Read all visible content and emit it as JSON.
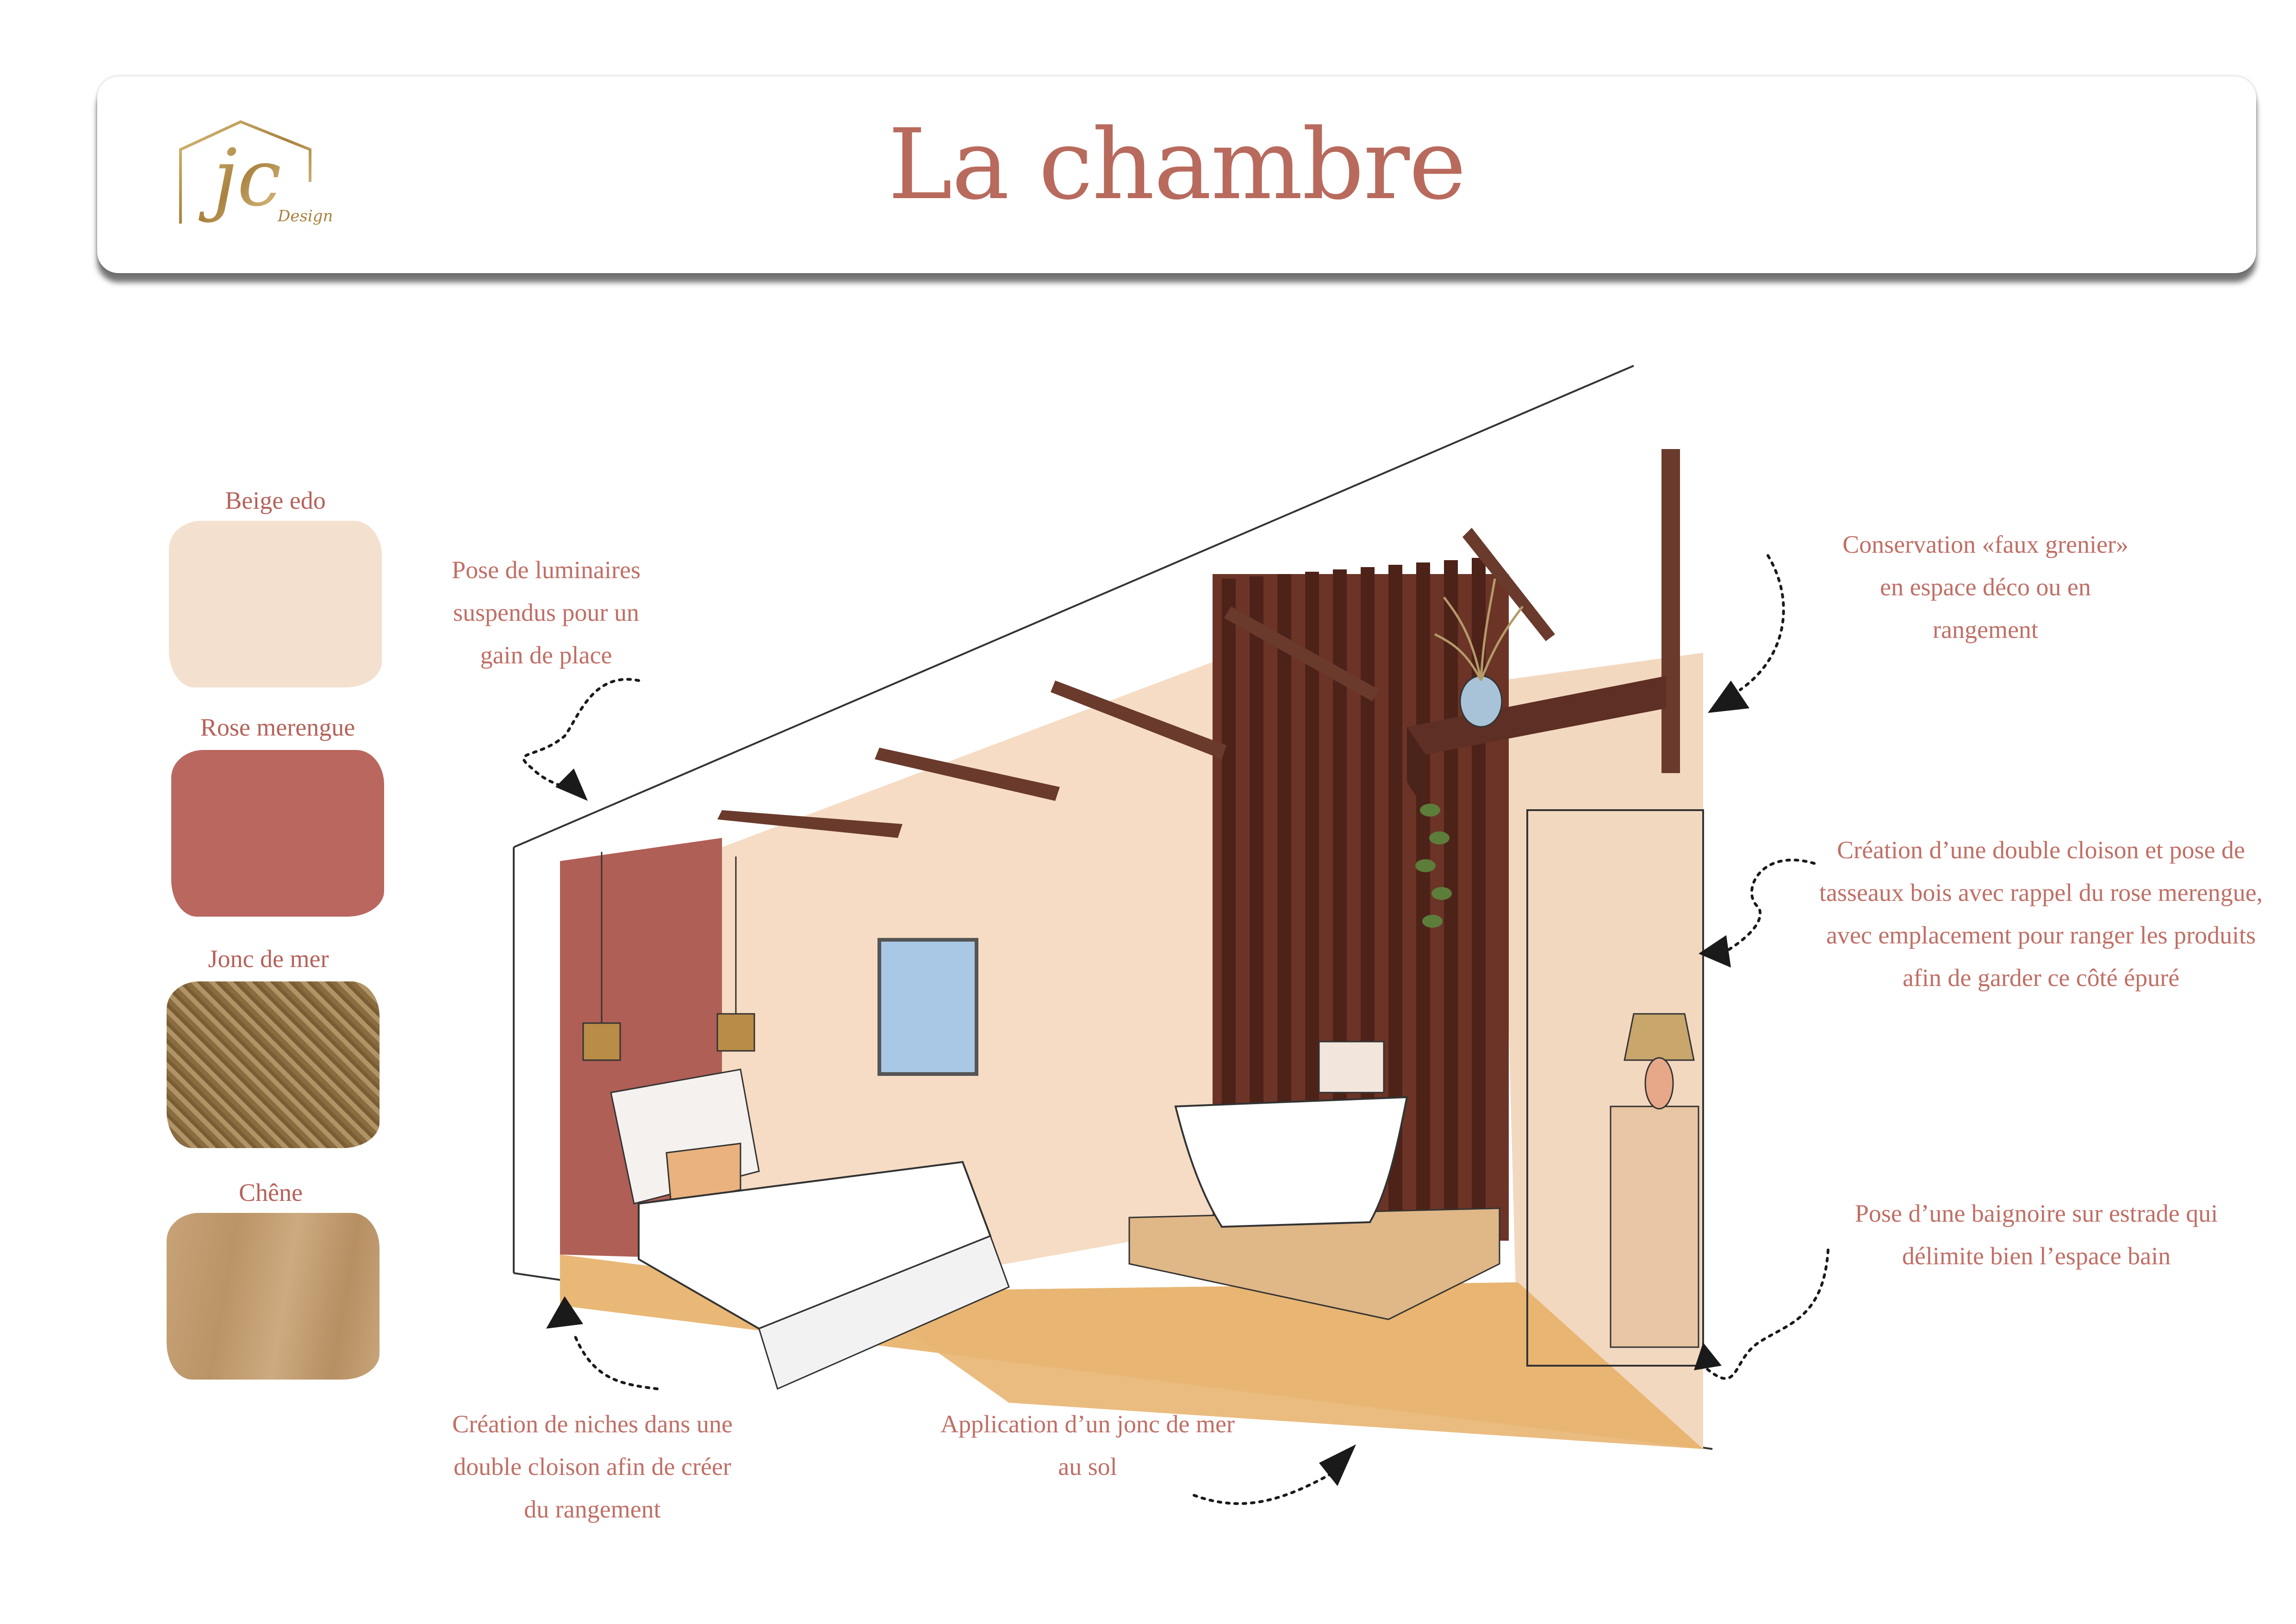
{
  "header": {
    "title": "La chambre",
    "logo_text": "jc",
    "logo_subtext": "Design"
  },
  "swatches": [
    {
      "label": "Beige edo",
      "color": "#f4e0cf"
    },
    {
      "label": "Rose merengue",
      "color": "#b9675f"
    },
    {
      "label": "Jonc de mer",
      "color": "#9b7f52"
    },
    {
      "label": "Chêne",
      "color": "#c29d72"
    }
  ],
  "annotations": {
    "luminaires": [
      "Pose de luminaires",
      "suspendus pour un",
      "gain de place"
    ],
    "grenier": [
      "Conservation «faux grenier»",
      "en espace déco ou en",
      "rangement"
    ],
    "cloison": [
      "Création d’une double cloison et pose de",
      "tasseaux bois avec rappel du rose merengue,",
      "avec emplacement pour ranger les produits",
      "afin de garder ce côté épuré"
    ],
    "baignoire": [
      "Pose d’une baignoire sur estrade qui",
      "délimite bien l’espace bain"
    ],
    "niches": [
      "Création de niches dans une",
      "double cloison afin de créer",
      "du rangement"
    ],
    "jonc": [
      "Application d’un jonc de mer",
      "au sol"
    ]
  },
  "colors": {
    "accent": "#b86a5d",
    "wall": "#f6dcc4",
    "wall_rose": "#b05f56",
    "wood_dark": "#5e2f24",
    "floor": "#e9b877",
    "gold": "#b8934a"
  }
}
